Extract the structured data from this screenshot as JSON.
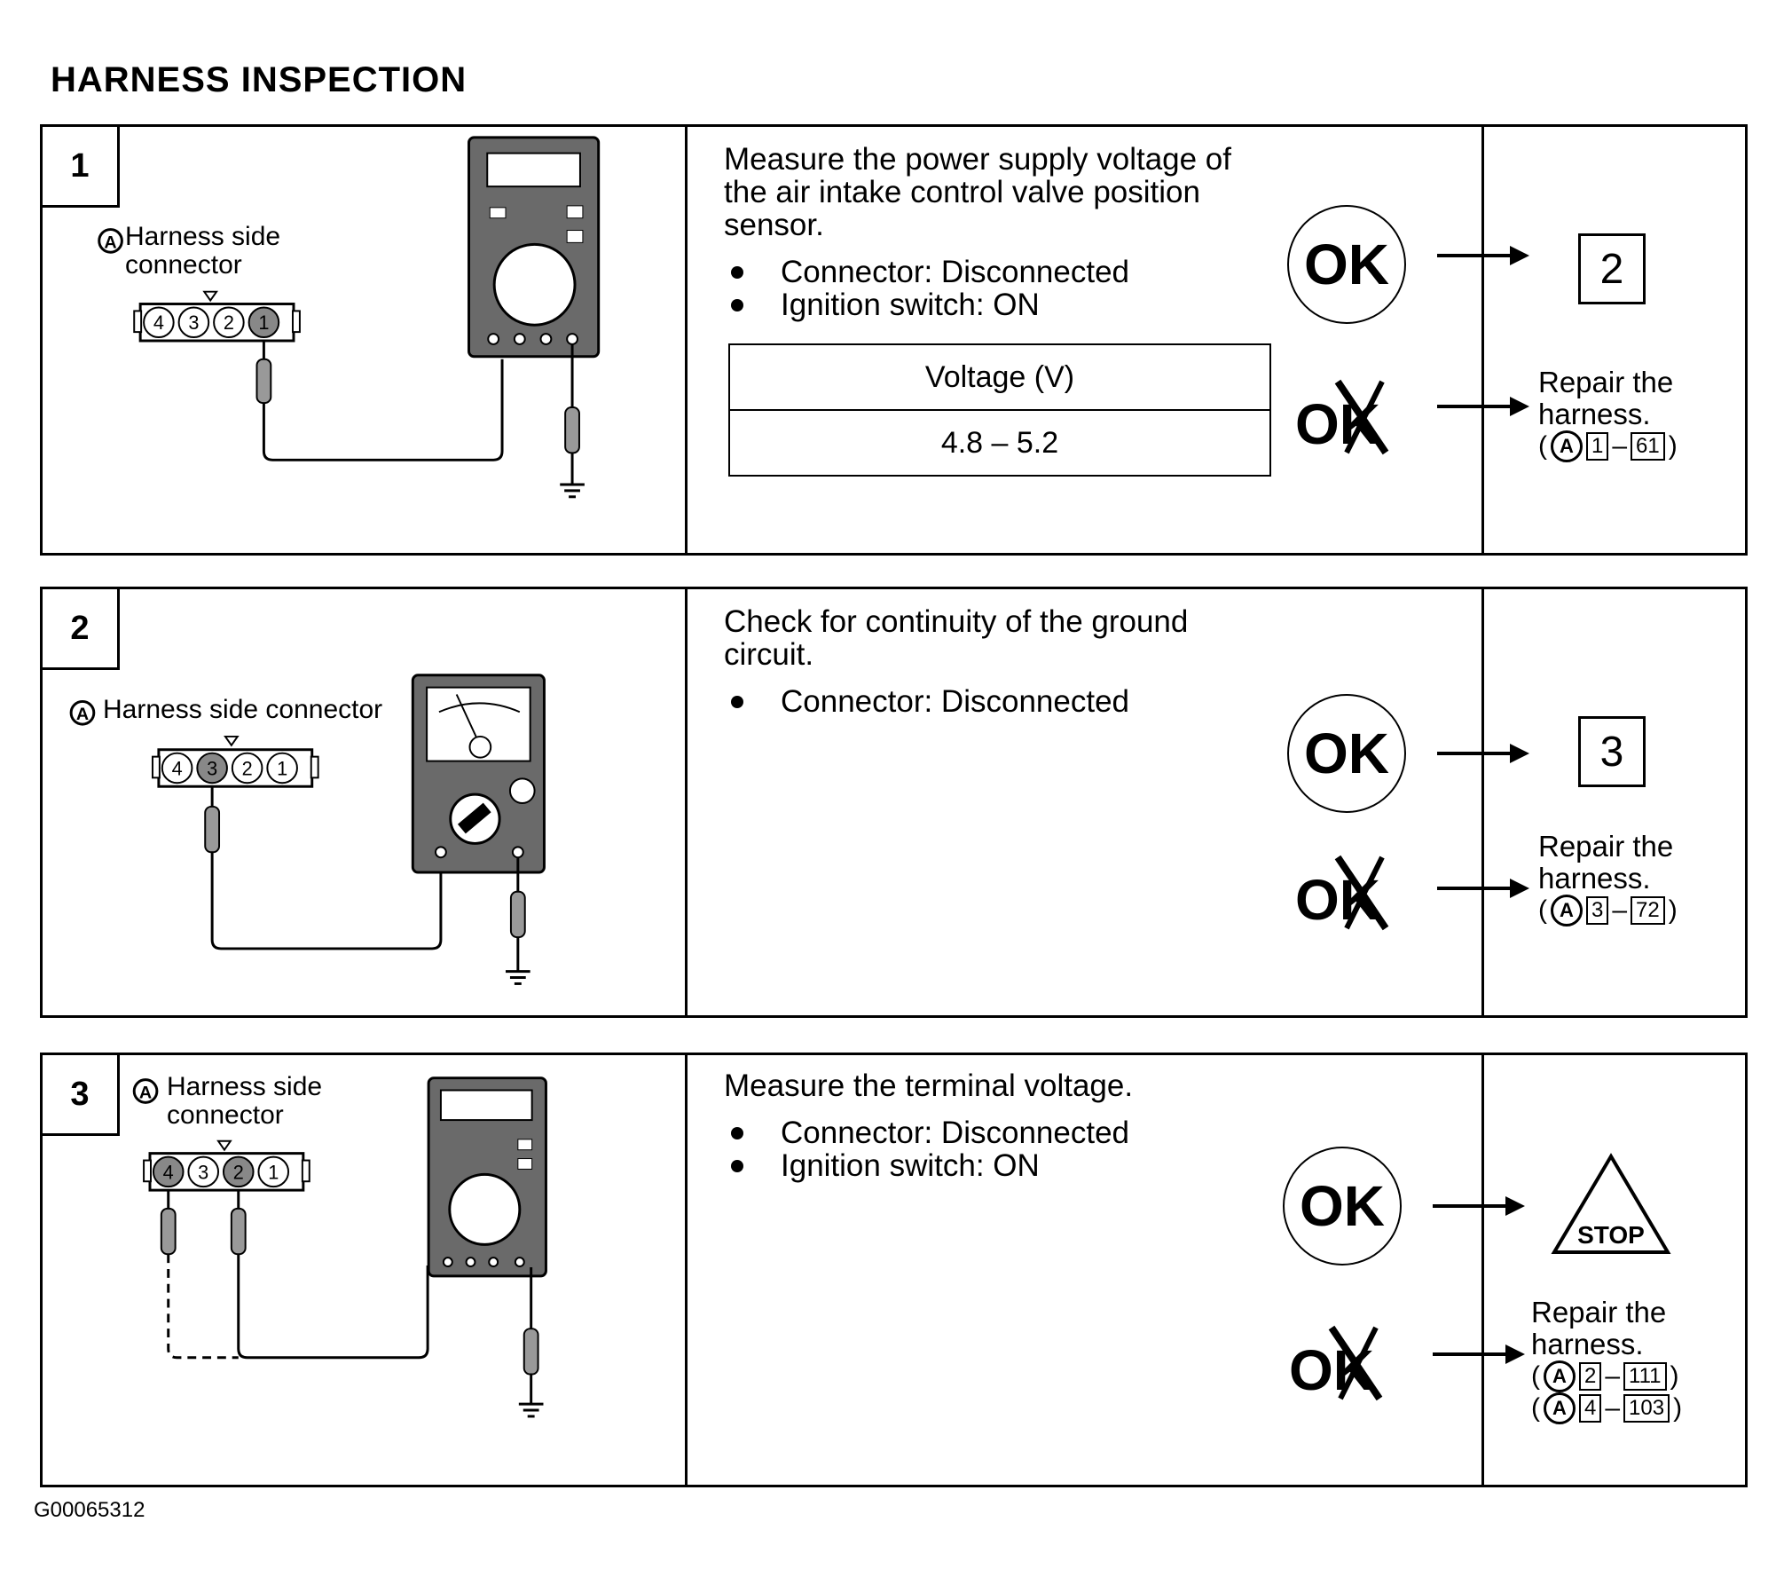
{
  "title": "HARNESS INSPECTION",
  "steps": [
    {
      "number": "1",
      "connector_label": "Harness side connector",
      "connector_pins": [
        "4",
        "3",
        "2",
        "1"
      ],
      "instruction": "Measure the power supply voltage of the air intake control valve position sensor.",
      "conditions": [
        "Connector: Disconnected",
        "Ignition switch: ON"
      ],
      "table": {
        "header": "Voltage  (V)",
        "value": "4.8  –  5.2"
      },
      "ok_label": "OK",
      "ok_next": "2",
      "ng_text_1": "Repair the",
      "ng_text_2": "harness.",
      "ng_refs": [
        {
          "circle": "A",
          "box1": "1",
          "dash": "–",
          "box2": "61"
        }
      ]
    },
    {
      "number": "2",
      "connector_label": "Harness side connector",
      "connector_pins": [
        "4",
        "3",
        "2",
        "1"
      ],
      "instruction": "Check for continuity of the ground circuit.",
      "conditions": [
        "Connector: Disconnected"
      ],
      "ok_label": "OK",
      "ok_next": "3",
      "ng_text_1": "Repair the",
      "ng_text_2": "harness.",
      "ng_refs": [
        {
          "circle": "A",
          "box1": "3",
          "dash": "–",
          "box2": "72"
        }
      ]
    },
    {
      "number": "3",
      "connector_label": "Harness side connector",
      "connector_pins": [
        "4",
        "3",
        "2",
        "1"
      ],
      "instruction": "Measure the terminal voltage.",
      "conditions": [
        "Connector: Disconnected",
        "Ignition switch: ON"
      ],
      "ok_label": "OK",
      "ok_next": "STOP",
      "ng_text_1": "Repair the",
      "ng_text_2": "harness.",
      "ng_refs": [
        {
          "circle": "A",
          "box1": "2",
          "dash": "–",
          "box2": "111"
        },
        {
          "circle": "A",
          "box1": "4",
          "dash": "–",
          "box2": "103"
        }
      ]
    }
  ],
  "figure_id": "G00065312",
  "icons": {
    "ok": "ok-icon",
    "ng": "ng-icon",
    "arrow": "arrow-right-icon",
    "stop": "stop-triangle-icon",
    "meter": "multimeter-icon",
    "ground": "ground-icon"
  }
}
